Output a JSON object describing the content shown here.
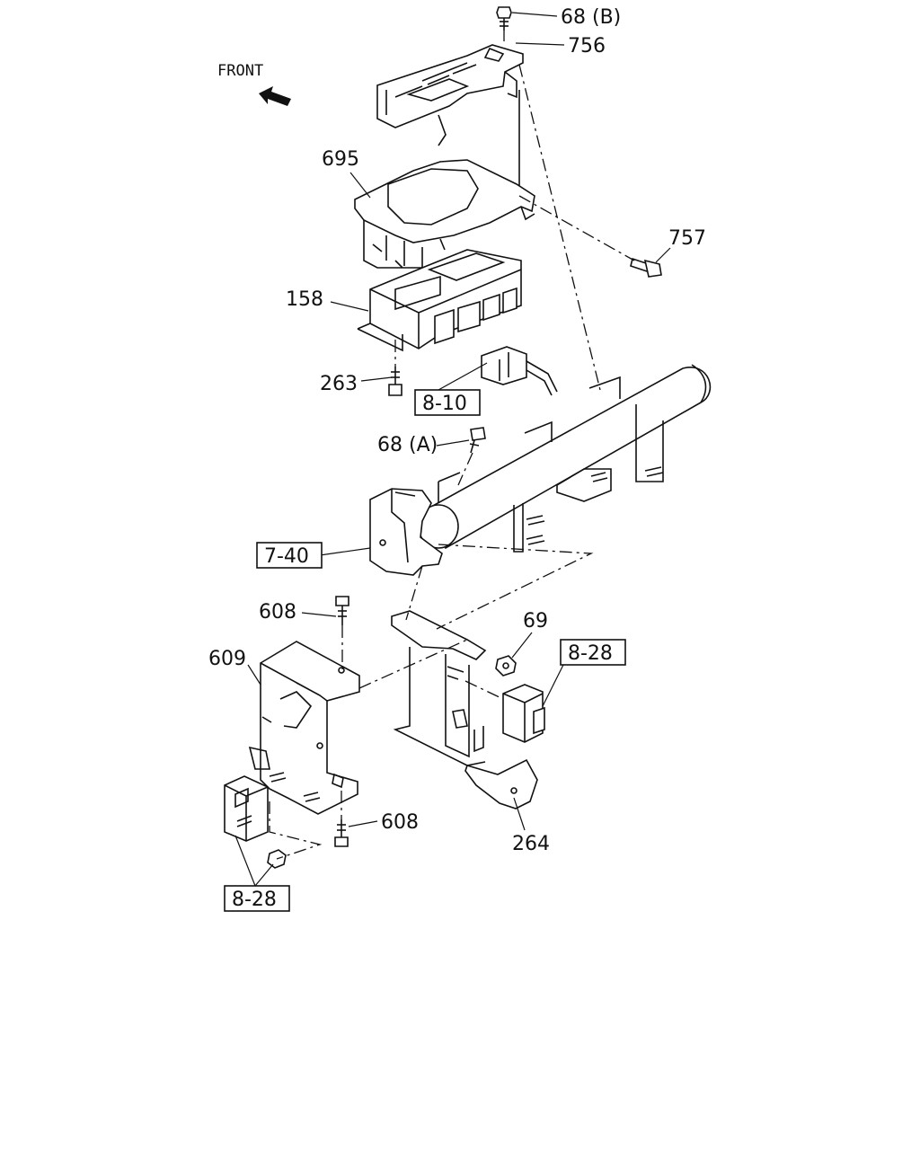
{
  "front_label": "FRONT",
  "callouts": {
    "p68b": "68 (B)",
    "p756": "756",
    "p695": "695",
    "p757": "757",
    "p158": "158",
    "p263": "263",
    "p68a": "68 (A)",
    "p608_top": "608",
    "p609": "609",
    "p69": "69",
    "p608_bottom": "608",
    "p264": "264"
  },
  "references": {
    "ref_8_10": "8-10",
    "ref_7_40": "7-40",
    "ref_8_28_right": "8-28",
    "ref_8_28_bottom": "8-28"
  }
}
